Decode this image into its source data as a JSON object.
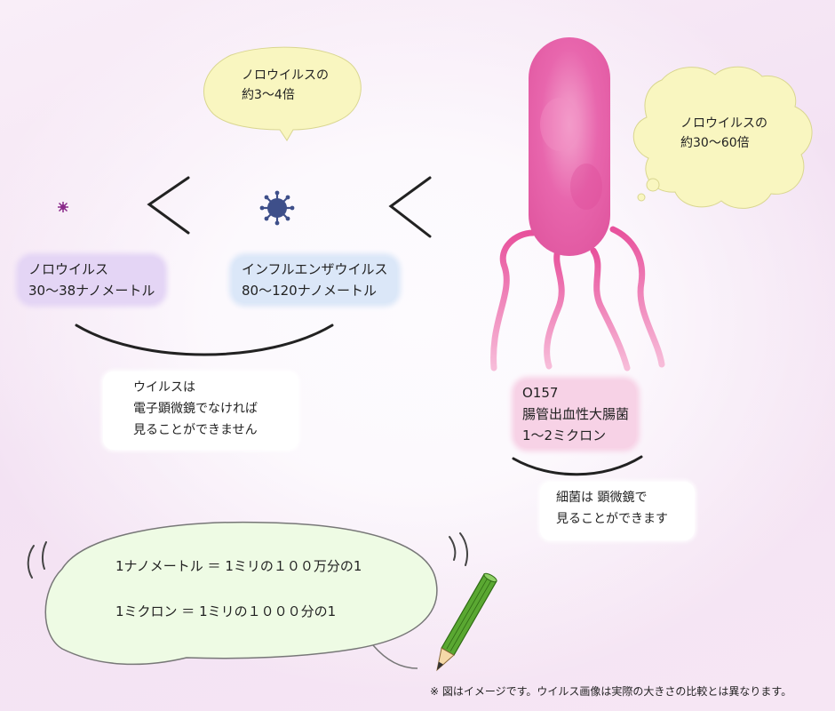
{
  "colors": {
    "speech_yellow": "#f9f6c0",
    "speech_green": "#eefbe4",
    "norovirus_purple": "#8a2a8a",
    "influenza_blue": "#3e4f8a",
    "ecoli_pink": "#e84a9c",
    "pencil_green": "#5aa832"
  },
  "bubbles": {
    "top_center": "ノロウイルスの\n約3～4倍",
    "top_right": "ノロウイルスの\n約30～60倍"
  },
  "labels": {
    "norovirus": "ノロウイルス\n30～38ナノメートル",
    "influenza": "インフルエンザウイルス\n80～120ナノメートル",
    "ecoli": "O157\n腸管出血性大腸菌\n1～2ミクロン"
  },
  "notes": {
    "virus": "ウイルスは\n電子顕微鏡でなければ\n見ることができません",
    "bacteria": "細菌は 顕微鏡で\n見ることができます"
  },
  "units": {
    "line1": "1ナノメートル ＝ 1ミリの１００万分の1",
    "line2": "1ミクロン ＝ 1ミリの１０００分の1"
  },
  "footnote": "※ 図はイメージです。ウイルス画像は実際の大きさの比較とは異なります。",
  "icons": [
    "norovirus-icon",
    "influenza-virus-icon",
    "ecoli-bacterium-icon",
    "pencil-icon"
  ]
}
